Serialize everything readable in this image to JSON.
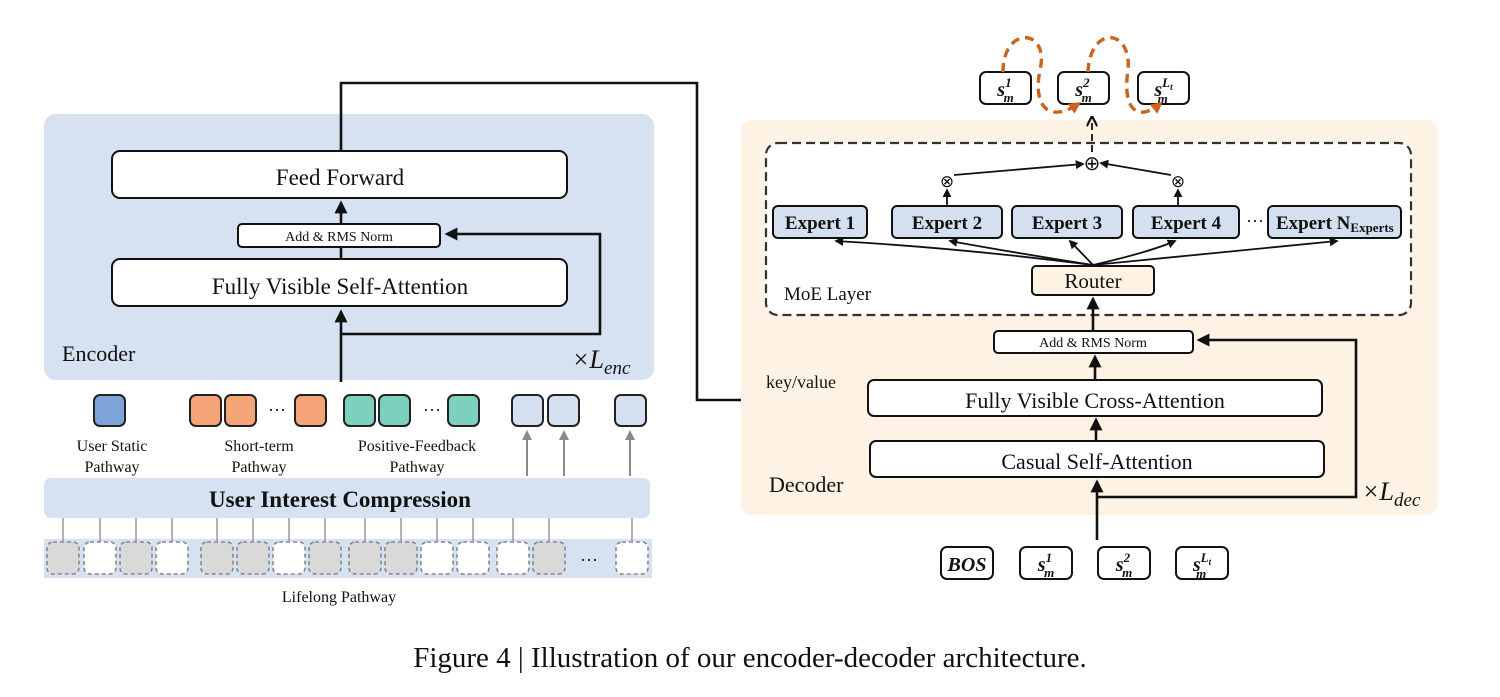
{
  "figure": {
    "caption": "Figure 4 | Illustration of our encoder-decoder architecture."
  },
  "colors": {
    "encoder_bg": "#d6e1f2",
    "decoder_bg": "#fdf2e4",
    "user_static": "#7fa3d9",
    "short_term": "#f4a477",
    "positive_feedback": "#7cd0bd",
    "compressed": "#d4dff0",
    "expert_fill": "#d4dff0",
    "router_fill": "#fdf2e4",
    "lifelong_gray": "#d9d9d9",
    "orange_arrow": "#c8641e"
  },
  "encoder": {
    "label": "Encoder",
    "repeat_base": "×L",
    "repeat_sub": "enc",
    "feed_forward": "Feed Forward",
    "add_norm": "Add & RMS Norm",
    "self_attention": "Fully Visible Self-Attention"
  },
  "inputs": {
    "user_static": {
      "line1": "User Static",
      "line2": "Pathway"
    },
    "short_term": {
      "line1": "Short-term",
      "line2": "Pathway"
    },
    "positive_feedback": {
      "line1": "Positive-Feedback",
      "line2": "Pathway"
    },
    "ellipsis": "···",
    "compression": "User Interest Compression",
    "lifelong_label": "Lifelong Pathway",
    "lifelong_pattern": [
      "gray",
      "white",
      "gray",
      "white",
      "gray",
      "gray",
      "white",
      "gray",
      "gray",
      "gray",
      "white",
      "white",
      "white",
      "gray",
      "white"
    ]
  },
  "decoder": {
    "label": "Decoder",
    "repeat_base": "×L",
    "repeat_sub": "dec",
    "key_value": "key/value",
    "cross_attention": "Fully Visible Cross-Attention",
    "causal_attention": "Casual Self-Attention",
    "add_norm": "Add & RMS Norm",
    "moe_label": "MoE Layer",
    "router": "Router",
    "experts": [
      "Expert 1",
      "Expert 2",
      "Expert 3",
      "Expert 4",
      "Expert N"
    ],
    "expert_last_sub": "Experts",
    "expert_ellipsis": "···",
    "multiply_symbol": "⊗",
    "sum_symbol": "⊕"
  },
  "tokens": {
    "bos": "BOS",
    "base": "s",
    "sub": "m",
    "sup": [
      "1",
      "2",
      "L"
    ],
    "sup_last_sub": "t"
  }
}
